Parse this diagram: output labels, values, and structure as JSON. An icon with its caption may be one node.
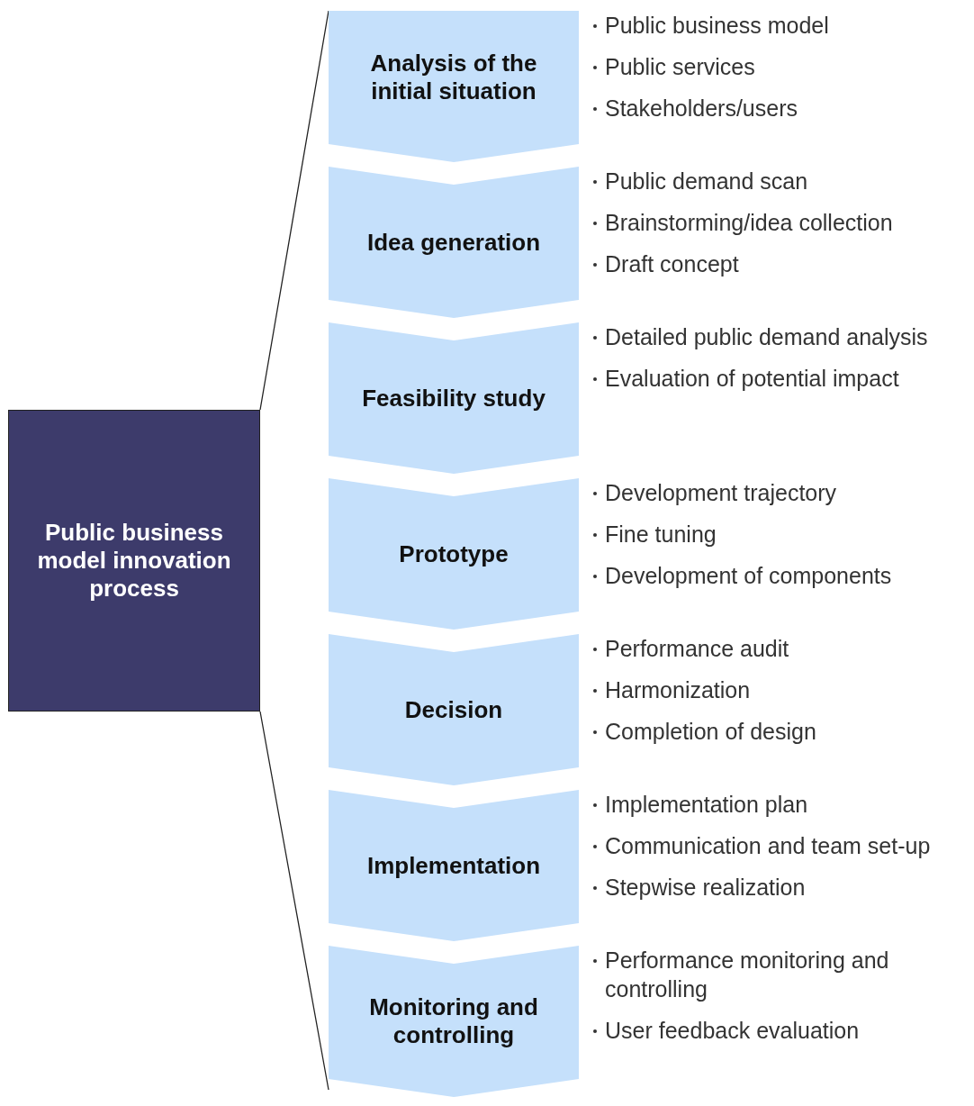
{
  "diagram": {
    "nodes": [
      {
        "text": [
          "Public business model innovation process"
        ]
      },
      {
        "text": [
          "Analysis of the initial situation"
        ],
        "beside": [
          "Public business model",
          "Public services",
          "Stakeholders/users"
        ]
      },
      {
        "text": [
          "Idea generation"
        ],
        "beside": [
          "Public demand scan",
          "Brainstorming/idea collection",
          "Draft concept"
        ]
      },
      {
        "text": [
          "Feasibility study"
        ],
        "beside": [
          "Detailed public demand analysis",
          "Evaluation of potential impact"
        ]
      },
      {
        "text": [
          "Prototype"
        ],
        "beside": [
          "Development trajectory",
          "Fine tuning",
          "Development of components"
        ]
      },
      {
        "text": [
          "Decision"
        ],
        "beside": [
          "Performance audit",
          "Harmonization",
          "Completion of design"
        ]
      },
      {
        "text": [
          "Implementation"
        ],
        "beside": [
          "Implementation plan",
          "Communication and team set-up",
          "Stepwise realization"
        ]
      },
      {
        "text": [
          "Monitoring and controlling"
        ],
        "beside": [
          "Performance monitoring and controlling",
          "User feedback evaluation"
        ]
      }
    ],
    "edges": []
  }
}
